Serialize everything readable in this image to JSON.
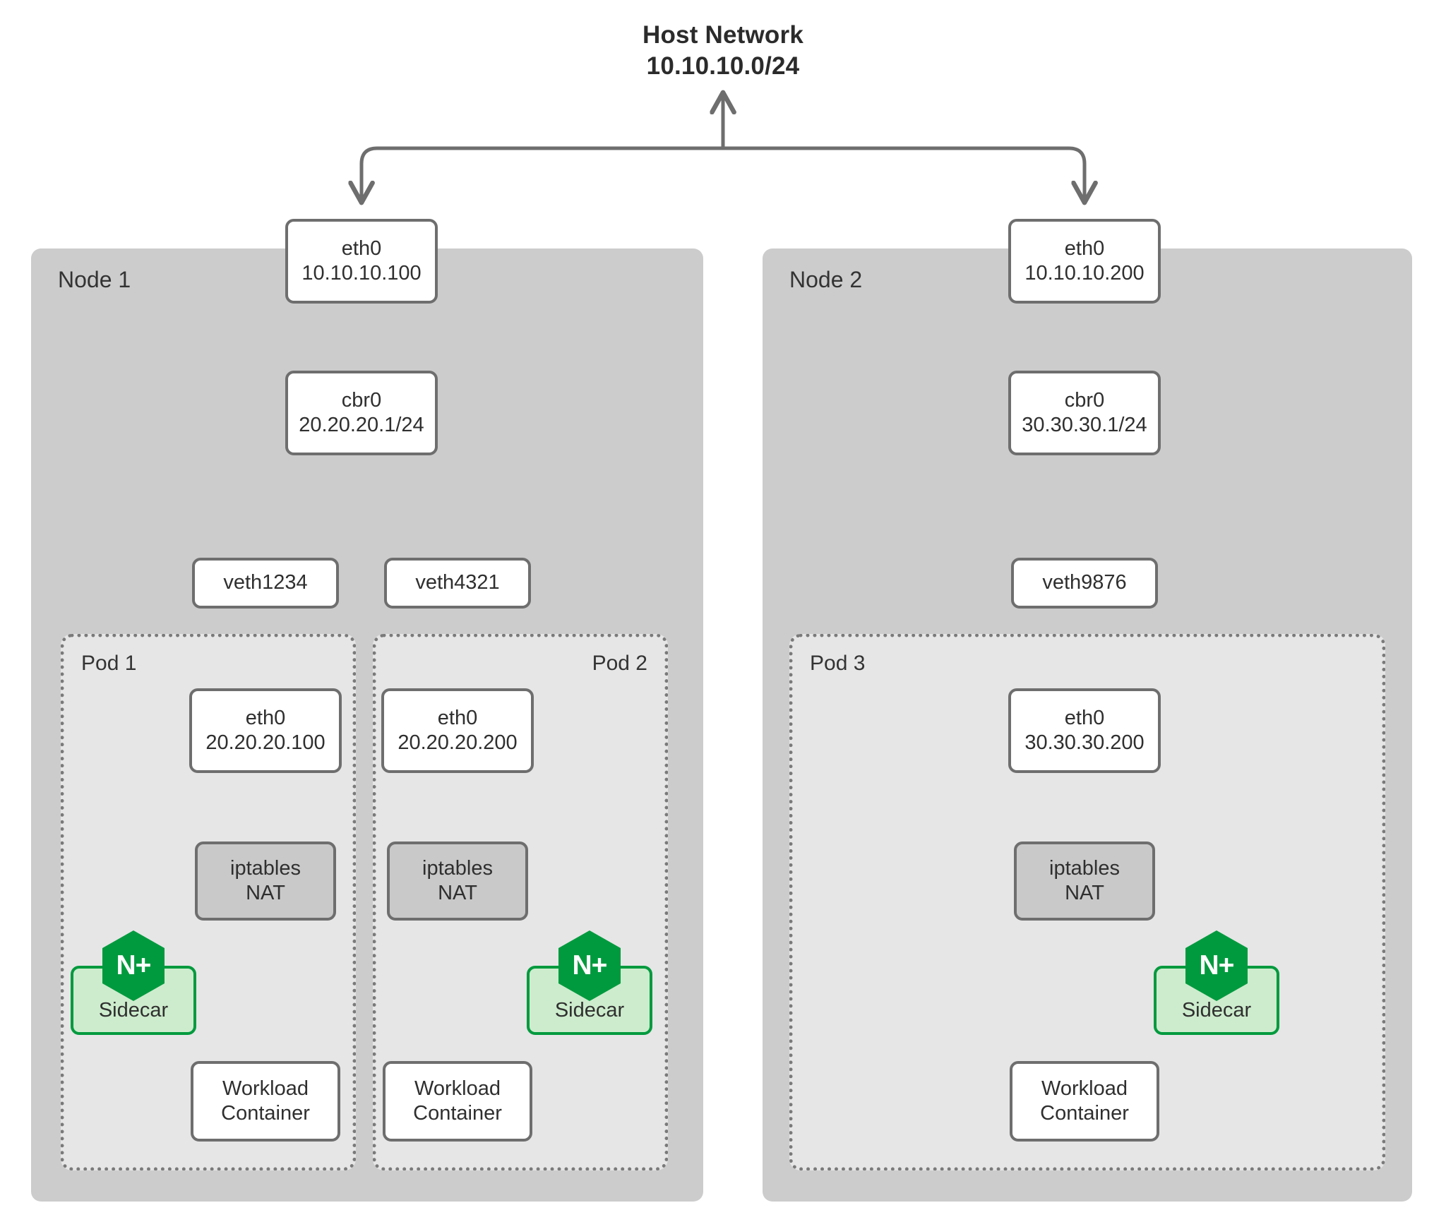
{
  "diagram": {
    "title_line1": "Host Network",
    "title_line2": "10.10.10.0/24",
    "colors": {
      "node_fill": "#cccccc",
      "pod_fill": "#e6e6e6",
      "box_border": "#6e6e6e",
      "iptables_fill": "#c9c9c9",
      "sidecar_fill": "#cdeccd",
      "sidecar_border": "#009a3e",
      "nginx_green": "#009a3e",
      "arrow": "#6e6e6e",
      "text": "#2f2f2f"
    }
  },
  "nodes": [
    {
      "label": "Node 1",
      "eth0": {
        "name": "eth0",
        "ip": "10.10.10.100"
      },
      "bridge": {
        "name": "cbr0",
        "ip": "20.20.20.1/24"
      },
      "veths": [
        "veth1234",
        "veth4321"
      ],
      "pods": [
        {
          "label": "Pod 1",
          "label_align": "left",
          "eth0": {
            "name": "eth0",
            "ip": "20.20.20.100"
          },
          "iptables": {
            "line1": "iptables",
            "line2": "NAT"
          },
          "sidecar": {
            "label": "Sidecar",
            "badge": "N+"
          },
          "workload": {
            "line1": "Workload",
            "line2": "Container"
          },
          "sidecar_side": "left"
        },
        {
          "label": "Pod 2",
          "label_align": "right",
          "eth0": {
            "name": "eth0",
            "ip": "20.20.20.200"
          },
          "iptables": {
            "line1": "iptables",
            "line2": "NAT"
          },
          "sidecar": {
            "label": "Sidecar",
            "badge": "N+"
          },
          "workload": {
            "line1": "Workload",
            "line2": "Container"
          },
          "sidecar_side": "right"
        }
      ]
    },
    {
      "label": "Node 2",
      "eth0": {
        "name": "eth0",
        "ip": "10.10.10.200"
      },
      "bridge": {
        "name": "cbr0",
        "ip": "30.30.30.1/24"
      },
      "veths": [
        "veth9876"
      ],
      "pods": [
        {
          "label": "Pod 3",
          "label_align": "left",
          "eth0": {
            "name": "eth0",
            "ip": "30.30.30.200"
          },
          "iptables": {
            "line1": "iptables",
            "line2": "NAT"
          },
          "sidecar": {
            "label": "Sidecar",
            "badge": "N+"
          },
          "workload": {
            "line1": "Workload",
            "line2": "Container"
          },
          "sidecar_side": "right"
        }
      ]
    }
  ]
}
